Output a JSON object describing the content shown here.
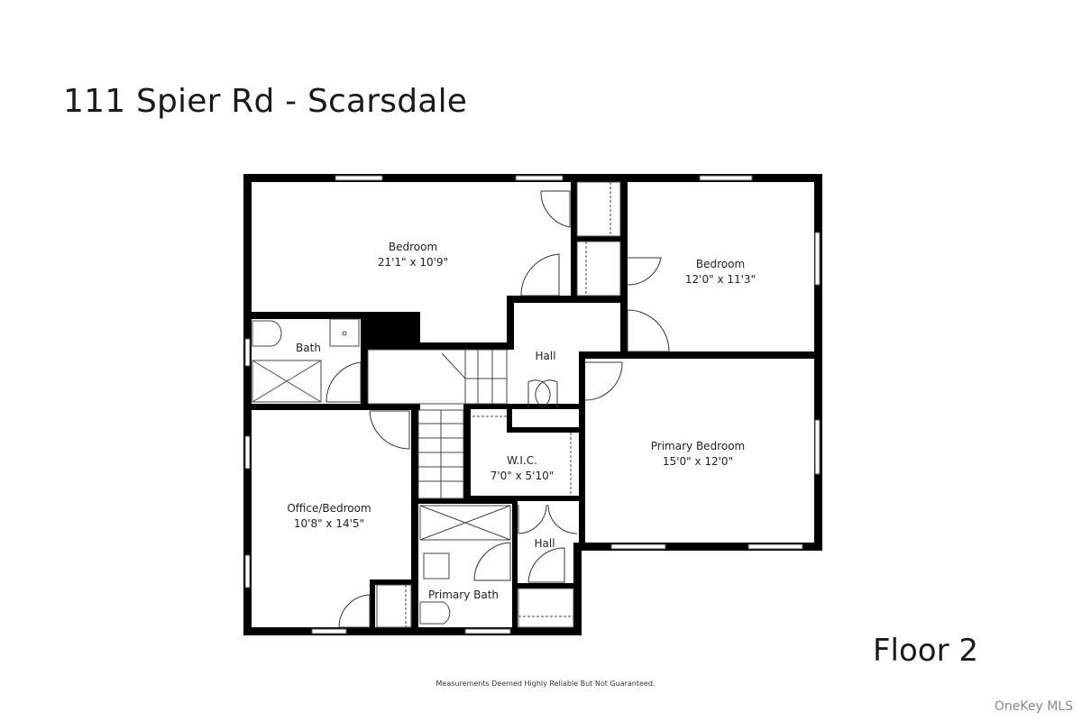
{
  "title": "111 Spier Rd - Scarsdale",
  "floor_label": "Floor 2",
  "disclaimer": "Measurements Deemed Highly Reliable But Not Guaranteed.",
  "watermark": "OneKey MLS",
  "rooms": [
    {
      "name": "Bedroom",
      "dims": "21'1\" x 10'9\""
    },
    {
      "name": "Bedroom",
      "dims": "12'0\" x 11'3\""
    },
    {
      "name": "Bath",
      "dims": ""
    },
    {
      "name": "Hall",
      "dims": ""
    },
    {
      "name": "W.I.C.",
      "dims": "7'0\" x 5'10\""
    },
    {
      "name": "Primary Bedroom",
      "dims": "15'0\" x 12'0\""
    },
    {
      "name": "Office/Bedroom",
      "dims": "10'8\" x 14'5\""
    },
    {
      "name": "Hall",
      "dims": ""
    },
    {
      "name": "Primary Bath",
      "dims": ""
    }
  ],
  "colors": {
    "wall": "#000000",
    "background": "#ffffff",
    "text": "#222222"
  }
}
